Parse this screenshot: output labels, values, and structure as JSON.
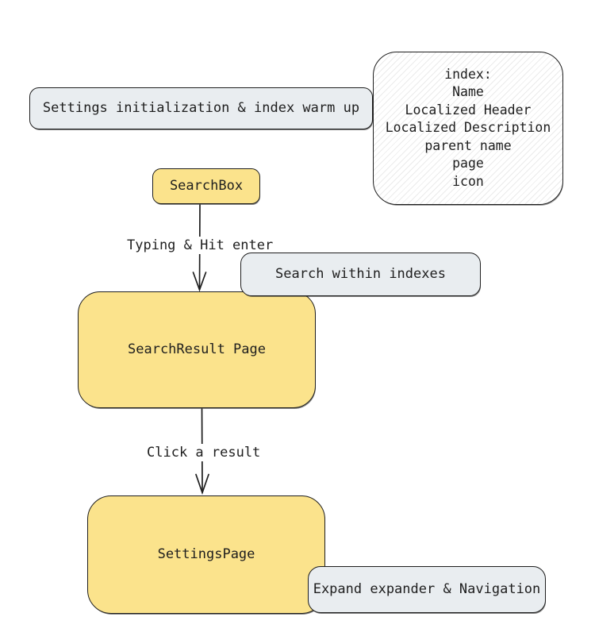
{
  "diagram": {
    "title": "Settings search flow diagram",
    "colors": {
      "yellow_fill": "#fbe38c",
      "gray_fill": "#e9edf0",
      "stroke": "#1e1e1e",
      "background": "#ffffff"
    },
    "nodes": {
      "warmup": {
        "label": "Settings initialization & index warm up"
      },
      "index_info": {
        "lines": [
          "index:",
          "Name",
          "Localized Header",
          "Localized Description",
          "parent name",
          "page",
          "icon"
        ]
      },
      "searchbox": {
        "label": "SearchBox"
      },
      "search_within": {
        "label": "Search within indexes"
      },
      "search_result": {
        "label": "SearchResult Page"
      },
      "settings_page": {
        "label": "SettingsPage"
      },
      "expand_nav": {
        "label": "Expand expander & Navigation"
      }
    },
    "edges": {
      "typing": {
        "label": "Typing & Hit enter"
      },
      "click": {
        "label": "Click a result"
      }
    }
  }
}
